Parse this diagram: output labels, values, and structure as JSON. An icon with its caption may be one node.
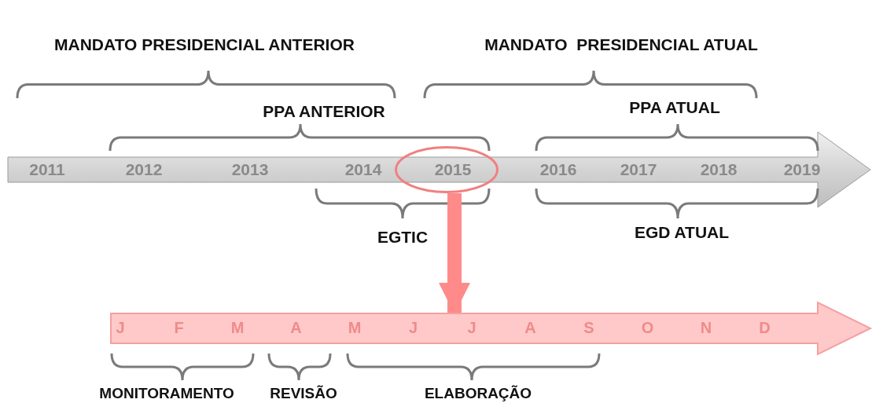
{
  "diagram": {
    "nodes": [
      {
        "text": [
          "2015"
        ]
      },
      {
        "text": [
          "J",
          "F",
          "M",
          "A",
          "M",
          "J",
          "J",
          "A",
          "S",
          "O",
          "N",
          "D"
        ]
      }
    ],
    "edges": [
      {
        "from": 0,
        "to": 1,
        "arrow": "to"
      }
    ],
    "labels": [
      "MANDATO PRESIDENCIAL ANTERIOR",
      "MANDATO  PRESIDENCIAL ATUAL",
      "PPA ANTERIOR",
      "PPA ATUAL",
      "2011",
      "2012",
      "2013",
      "2014",
      "2016",
      "2017",
      "2018",
      "2019",
      "EGTIC",
      "EGD ATUAL",
      "MONITORAMENTO",
      "REVISÃO",
      "ELABORAÇÃO"
    ]
  }
}
